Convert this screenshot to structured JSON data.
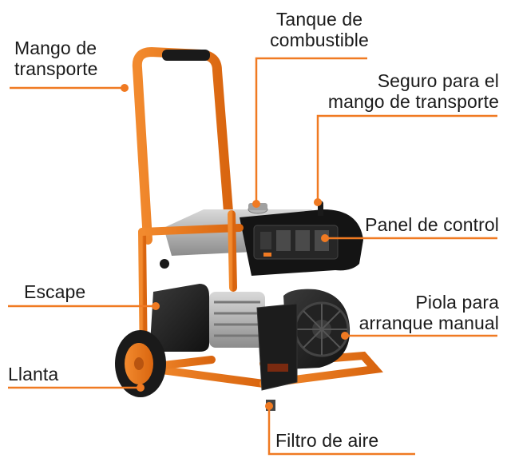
{
  "accent_color": "#f07a22",
  "labels": {
    "mango_transporte": {
      "line1": "Mango de",
      "line2": "transporte"
    },
    "tanque_combustible": {
      "line1": "Tanque de",
      "line2": "combustible"
    },
    "seguro_mango": {
      "line1": "Seguro para el",
      "line2": "mango de transporte"
    },
    "panel_control": "Panel de control",
    "escape": "Escape",
    "piola_arranque": {
      "line1": "Piola para",
      "line2": "arranque manual"
    },
    "llanta": "Llanta",
    "filtro_aire": "Filtro de aire"
  }
}
